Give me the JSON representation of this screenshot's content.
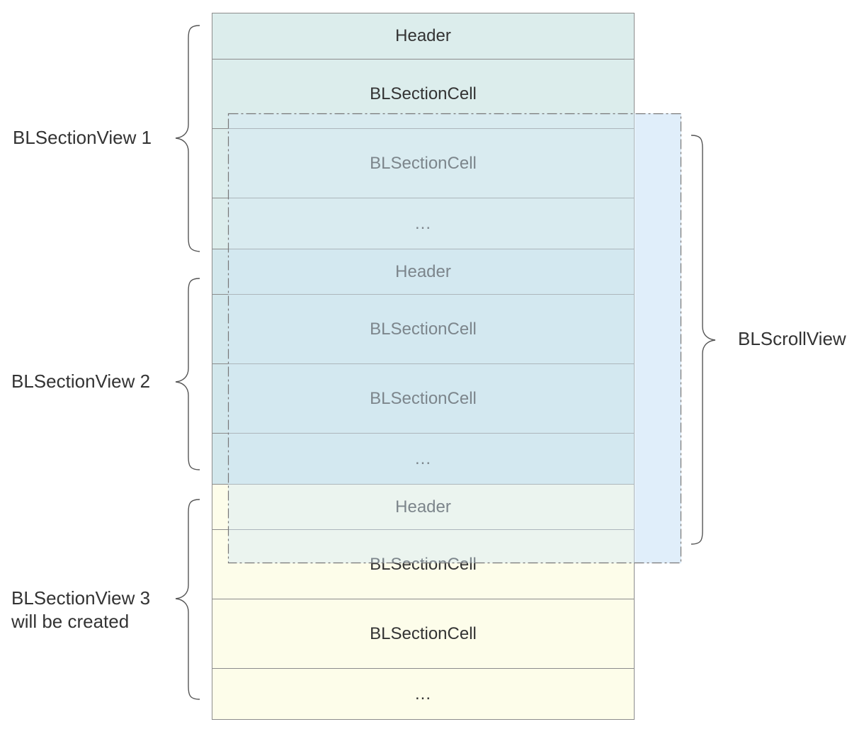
{
  "sections": [
    {
      "name": "BLSectionView 1",
      "cells": [
        {
          "label": "Header"
        },
        {
          "label": "BLSectionCell"
        },
        {
          "label": "BLSectionCell"
        },
        {
          "label": "..."
        }
      ]
    },
    {
      "name": "BLSectionView 2",
      "cells": [
        {
          "label": "Header"
        },
        {
          "label": "BLSectionCell"
        },
        {
          "label": "BLSectionCell"
        },
        {
          "label": "..."
        }
      ]
    },
    {
      "name_line1": "BLSectionView 3",
      "name_line2": "will be created",
      "cells": [
        {
          "label": "Header"
        },
        {
          "label": "BLSectionCell"
        },
        {
          "label": "BLSectionCell"
        },
        {
          "label": "..."
        }
      ]
    }
  ],
  "scroll_view": {
    "label": "BLScrollView"
  },
  "colors": {
    "section1": "#dcedec",
    "section2": "#d2e7ec",
    "section3": "#fdfdea",
    "scroll_view": "#e9f3fd",
    "border": "#8c8c8c"
  }
}
